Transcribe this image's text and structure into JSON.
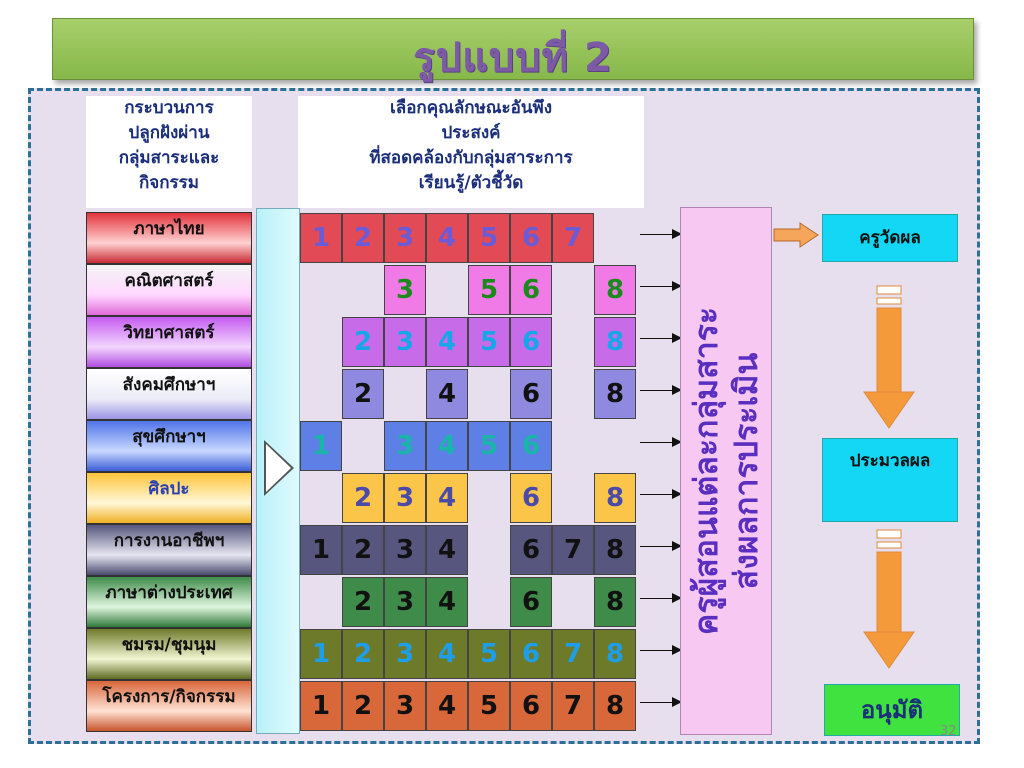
{
  "title": "รูปแบบที่ 2",
  "header_left": [
    "กระบวนการ",
    "ปลูกฝังผ่าน",
    "กลุ่มสาระและ",
    "กิจกรรม"
  ],
  "header_mid": [
    "เลือกคุณลักษณะอันพึง",
    "ประสงค์",
    "ที่สอดคล้องกับกลุ่มสาระการ",
    "เรียนรู้/ตัวชี้วัด"
  ],
  "vertical_text": [
    "ครูผู้สอนแต่ละกลุ่มสาระ",
    "ส่งผลการประเมิน"
  ],
  "process": [
    "ครูวัดผล",
    "ประมวลผล",
    "อนุมัติ"
  ],
  "page_number": "32",
  "rows": [
    {
      "label": "ภาษาไทย",
      "bg": "linear-gradient(#e2333b,#ffd1d1 60%,#c92b34)",
      "cells": {
        "1": "1",
        "2": "2",
        "3": "3",
        "4": "4",
        "5": "5",
        "6": "6",
        "7": "7"
      },
      "cell_bg": "#e24a56",
      "cell_fg": "#6b5bd6"
    },
    {
      "label": "คณิตศาสตร์",
      "bg": "linear-gradient(#f4f4f4,#ffd8ff 60%,#e06ad8)",
      "cells": {
        "3": "3",
        "5": "5",
        "6": "6",
        "8": "8"
      },
      "cell_bg": "#f07be6",
      "cell_fg": "#1a8a1a"
    },
    {
      "label": "วิทยาศาสตร์",
      "bg": "linear-gradient(#c45cf0,#f2d6ff 60%,#b34ee0)",
      "cells": {
        "2": "2",
        "3": "3",
        "4": "4",
        "5": "5",
        "6": "6",
        "8": "8"
      },
      "cell_bg": "#c76be9",
      "cell_fg": "#16a7e8"
    },
    {
      "label": "สังคมศึกษาฯ",
      "bg": "linear-gradient(#ffffff,#ececf8 60%,#9b95e6)",
      "cells": {
        "2": "2",
        "4": "4",
        "6": "6",
        "8": "8"
      },
      "cell_bg": "#8f8ae0",
      "cell_fg": "#111"
    },
    {
      "label": "สุขศึกษาฯ",
      "bg": "linear-gradient(#4f74e8,#c9d8ff 60%,#3b5ed5)",
      "cells": {
        "1": "1",
        "3": "3",
        "4": "4",
        "5": "5",
        "6": "6"
      },
      "cell_bg": "#5d7fe6",
      "cell_fg": "#18b5a8"
    },
    {
      "label": "ศิลปะ",
      "bg": "linear-gradient(#ffc43a,#fff7d8 60%,#f0b021)",
      "cells": {
        "2": "2",
        "3": "3",
        "4": "4",
        "6": "6",
        "8": "8"
      },
      "cell_bg": "#fbc54a",
      "cell_fg": "#4a4aa8",
      "label_fg": "#2a3fb2"
    },
    {
      "label": "การงานอาชีพฯ",
      "bg": "linear-gradient(#55557c,#e6e6f2 60%,#4a4a6e)",
      "cells": {
        "1": "1",
        "2": "2",
        "3": "3",
        "4": "4",
        "6": "6",
        "7": "7",
        "8": "8"
      },
      "cell_bg": "#56567e",
      "cell_fg": "#111"
    },
    {
      "label": "ภาษาต่างประเทศ",
      "bg": "linear-gradient(#3f8c4a,#dff5df 60%,#2f7a3a)",
      "cells": {
        "2": "2",
        "3": "3",
        "4": "4",
        "6": "6",
        "8": "8"
      },
      "cell_bg": "#3f8c4a",
      "cell_fg": "#111"
    },
    {
      "label": "ชมรม/ชุมนุม",
      "bg": "linear-gradient(#6f7a2c,#f3f6d2 60%,#5e6922)",
      "cells": {
        "1": "1",
        "2": "2",
        "3": "3",
        "4": "4",
        "5": "5",
        "6": "6",
        "7": "7",
        "8": "8"
      },
      "cell_bg": "#6d7a2a",
      "cell_fg": "#1e9ee8"
    },
    {
      "label": "โครงการ/กิจกรรม",
      "bg": "linear-gradient(#d8663a,#ffe3d4 60%,#c7542b)",
      "cells": {
        "1": "1",
        "2": "2",
        "3": "3",
        "4": "4",
        "5": "5",
        "6": "6",
        "7": "7",
        "8": "8"
      },
      "cell_bg": "#d8673a",
      "cell_fg": "#111"
    }
  ]
}
